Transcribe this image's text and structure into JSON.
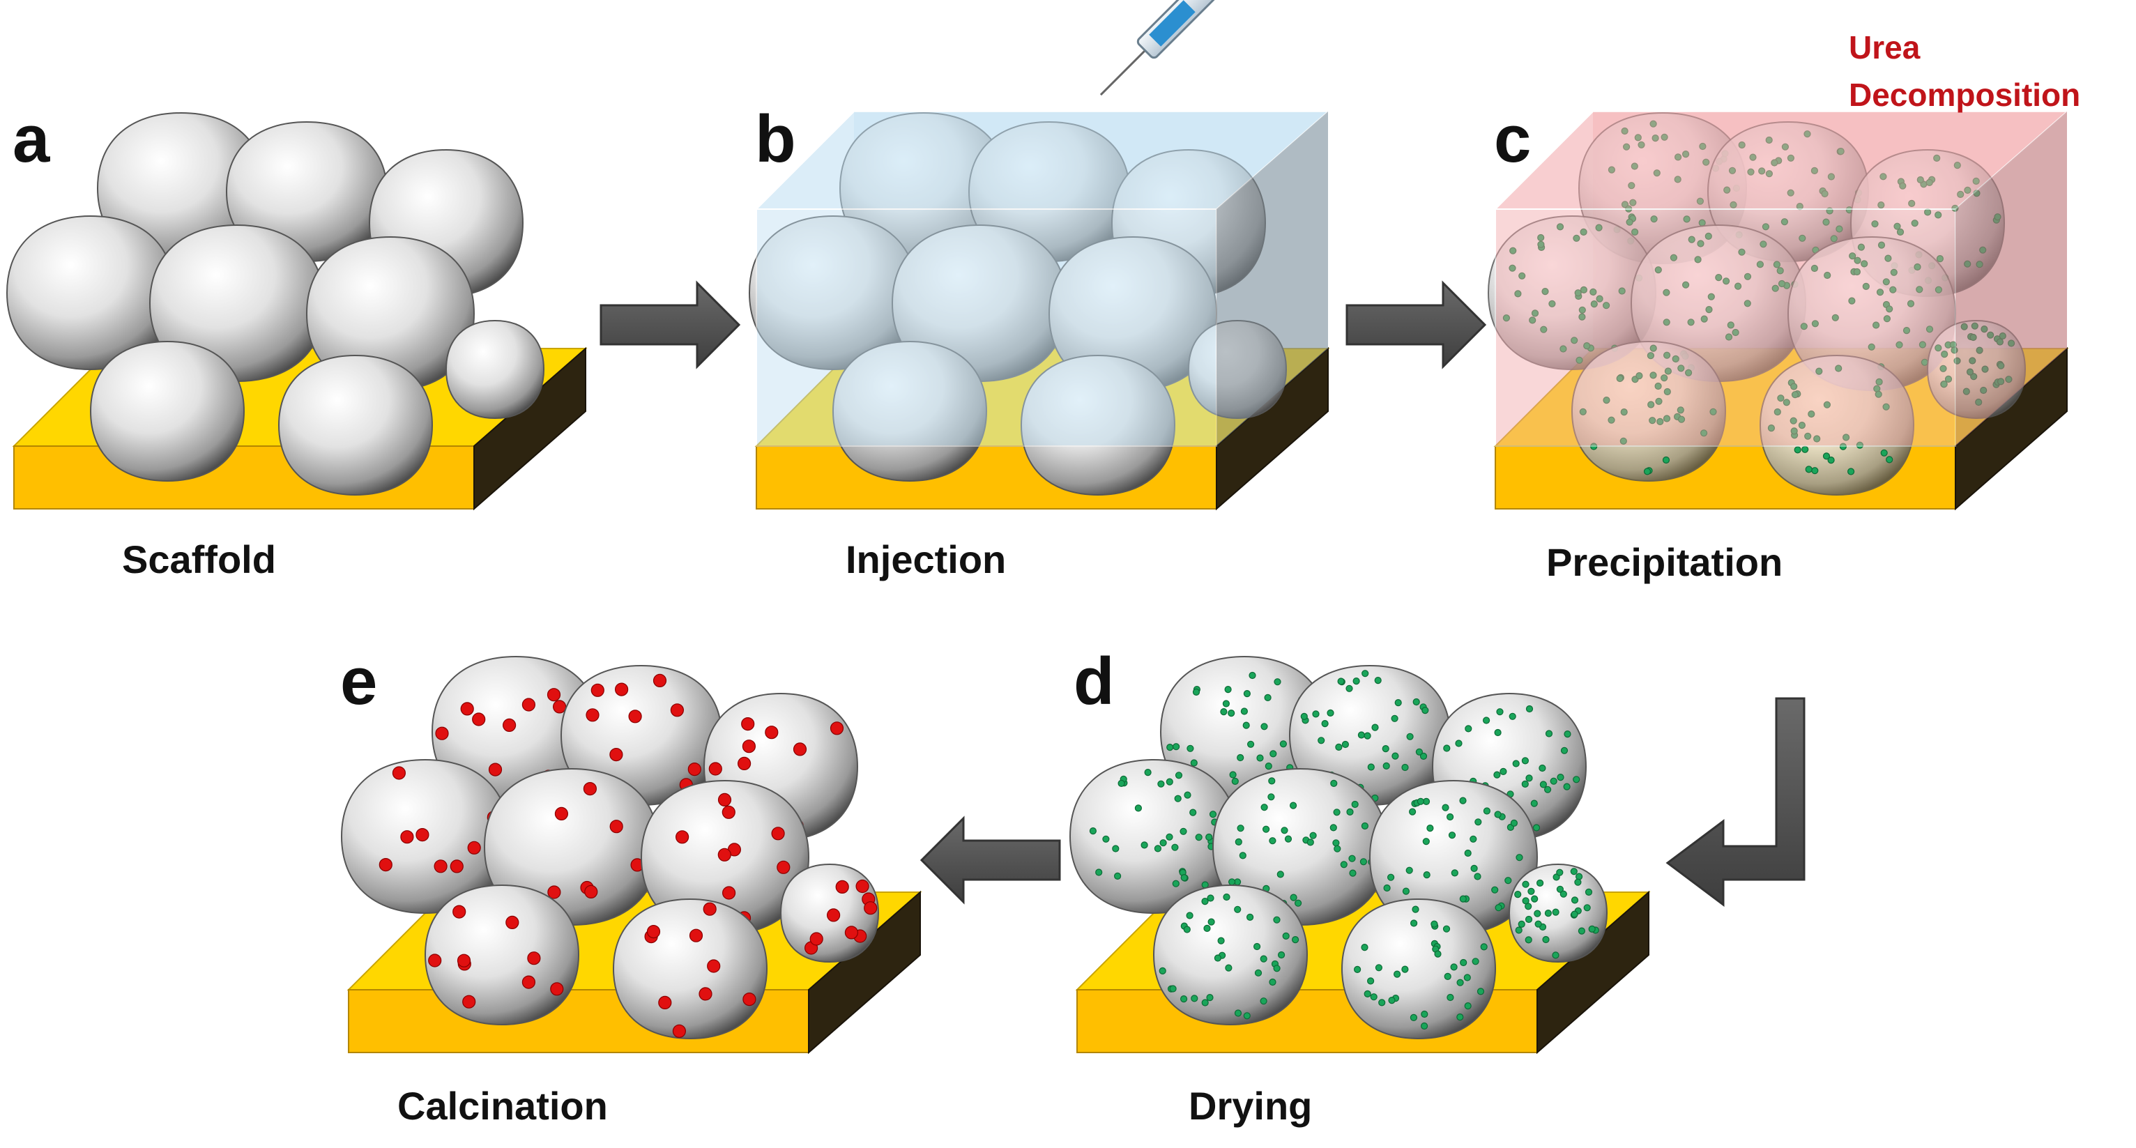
{
  "figure": {
    "panels": [
      {
        "id": "a",
        "letter": "a",
        "label": "Scaffold",
        "liquid": "none",
        "particles": "none"
      },
      {
        "id": "b",
        "letter": "b",
        "label": "Injection",
        "liquid": "blue",
        "particles": "none"
      },
      {
        "id": "c",
        "letter": "c",
        "label": "Precipitation",
        "liquid": "red",
        "particles": "green"
      },
      {
        "id": "d",
        "letter": "d",
        "label": "Drying",
        "liquid": "none",
        "particles": "green"
      },
      {
        "id": "e",
        "letter": "e",
        "label": "Calcination",
        "liquid": "none",
        "particles": "red"
      }
    ],
    "annotation": {
      "line1": "Urea",
      "line2": "Decomposition"
    },
    "colors": {
      "substrate_top": "#ffd700",
      "substrate_side_front": "#ffbf00",
      "substrate_side_dark": "#2d2410",
      "arrow": "#555555",
      "annotation_text": "#c0141a",
      "liquid_blue": "#bfe0f3",
      "liquid_red": "#f3a7aa",
      "particle_green": "#1aa55a",
      "particle_red": "#e01010"
    },
    "flow": [
      "a",
      "b",
      "c",
      "d",
      "e"
    ]
  }
}
